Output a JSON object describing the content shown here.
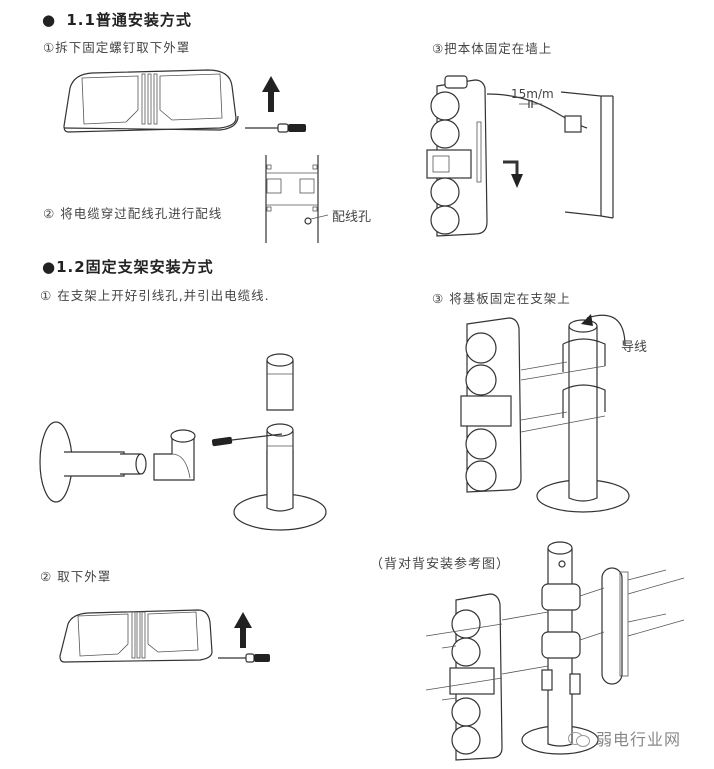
{
  "section1": {
    "bullet": "●",
    "title": "1.1普通安装方式",
    "steps": [
      {
        "num": "①",
        "text": "拆下固定螺钉取下外罩"
      },
      {
        "num": "②",
        "text": "将电缆穿过配线孔进行配线"
      },
      {
        "num": "③",
        "text": "把本体固定在墙上"
      }
    ],
    "hole_label": "配线孔",
    "gap_label": "15m/m"
  },
  "section2": {
    "bullet": "●",
    "title": "1.2固定支架安装方式",
    "steps": [
      {
        "num": "①",
        "text": "在支架上开好引线孔,并引出电缆线."
      },
      {
        "num": "②",
        "text": "取下外罩"
      },
      {
        "num": "③",
        "text": "将基板固定在支架上"
      }
    ],
    "wire_label": "导线",
    "back_to_back_caption": "（背对背安装参考图）"
  },
  "watermark": {
    "icon": "wechat-icon",
    "text": "弱电行业网"
  }
}
